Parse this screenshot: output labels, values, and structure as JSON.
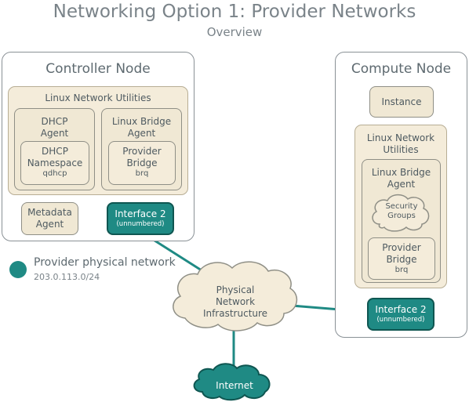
{
  "title": "Networking Option 1: Provider Networks",
  "subtitle": "Overview",
  "controller": {
    "title": "Controller Node",
    "utilities": "Linux Network Utilities",
    "dhcp_agent": [
      "DHCP",
      "Agent"
    ],
    "dhcp_namespace": [
      "DHCP",
      "Namespace"
    ],
    "dhcp_ns_id": "qdhcp",
    "bridge_agent": [
      "Linux Bridge",
      "Agent"
    ],
    "provider_bridge": [
      "Provider",
      "Bridge"
    ],
    "bridge_id": "brq",
    "metadata_agent": [
      "Metadata",
      "Agent"
    ],
    "interface": "Interface 2",
    "interface_sub": "(unnumbered)"
  },
  "compute": {
    "title": "Compute Node",
    "instance": "Instance",
    "utilities": [
      "Linux Network",
      "Utilities"
    ],
    "bridge_agent": [
      "Linux Bridge",
      "Agent"
    ],
    "security_groups": [
      "Security",
      "Groups"
    ],
    "provider_bridge": [
      "Provider",
      "Bridge"
    ],
    "bridge_id": "brq",
    "interface": "Interface 2",
    "interface_sub": "(unnumbered)"
  },
  "physical": [
    "Physical",
    "Network",
    "Infrastructure"
  ],
  "internet": "Internet",
  "legend": {
    "label": "Provider physical network",
    "subnet": "203.0.113.0/24"
  },
  "colors": {
    "provider_network": "#1f8a84",
    "box_fill": "#f0e8d4",
    "node_border": "#8a9196"
  }
}
